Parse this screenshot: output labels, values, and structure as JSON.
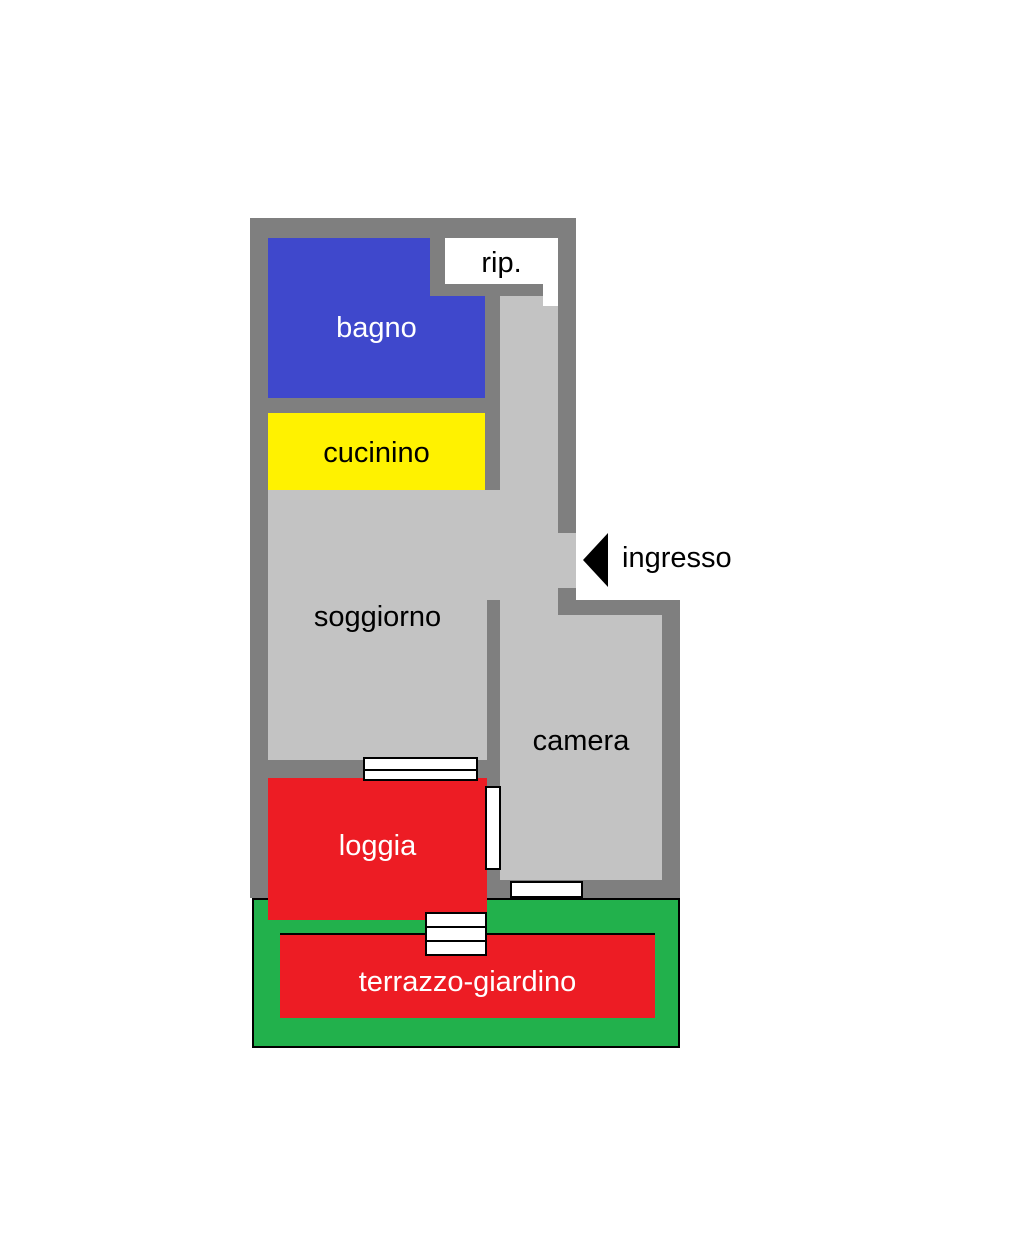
{
  "diagram": {
    "type": "apartment-floor-plan",
    "labels": {
      "bagno": "bagno",
      "rip": "rip.",
      "cucinino": "cucinino",
      "soggiorno": "soggiorno",
      "ingresso": "ingresso",
      "camera": "camera",
      "loggia": "loggia",
      "terrazzo": "terrazzo-giardino"
    },
    "colors": {
      "wall": "#7f7f7f",
      "floor": "#c3c3c3",
      "bagno": "#3f48cc",
      "cucinino": "#fff200",
      "loggia": "#ed1c24",
      "terrazzo": "#ed1c24",
      "garden_green": "#22b14c",
      "entrance_arrow": "#000000",
      "window_fill": "#ffffff"
    }
  }
}
